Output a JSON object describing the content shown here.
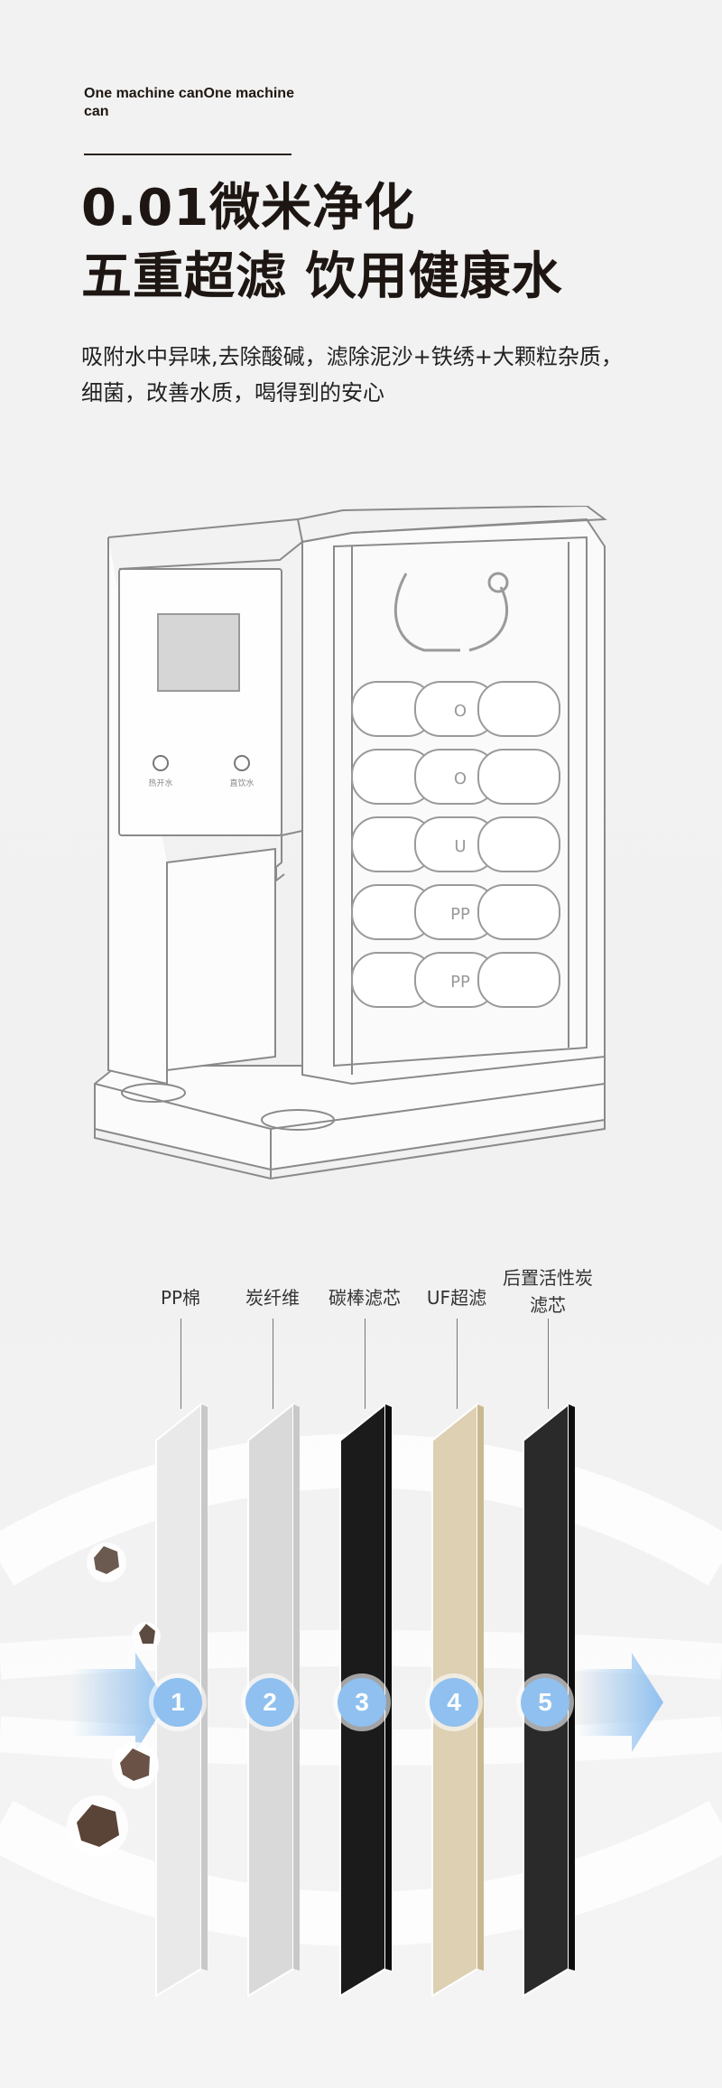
{
  "header": {
    "eyebrow": "One machine canOne machine can",
    "headline_line1": "0.01微米净化",
    "headline_line2": "五重超滤 饮用健康水"
  },
  "description": {
    "line1": "吸附水中异味,去除酸碱，滤除泥沙+铁绣+大颗粒杂质，",
    "line2": "细菌，改善水质，喝得到的安心"
  },
  "machine": {
    "button_left": "热开水",
    "button_right": "直饮水",
    "cartridge_marks": [
      "O",
      "O",
      "U",
      "PP",
      "PP"
    ]
  },
  "filters": [
    {
      "label_line1": "PP棉",
      "label_line2": "",
      "number": "1",
      "color": "#e9e9e9"
    },
    {
      "label_line1": "炭纤维",
      "label_line2": "",
      "number": "2",
      "color": "#d9d9d9"
    },
    {
      "label_line1": "碳棒滤芯",
      "label_line2": "",
      "number": "3",
      "color": "#1b1b1b"
    },
    {
      "label_line1": "UF超滤",
      "label_line2": "",
      "number": "4",
      "color": "#ddd0b3"
    },
    {
      "label_line1": "后置活性炭",
      "label_line2": "滤芯",
      "number": "5",
      "color": "#2a2a2a"
    }
  ],
  "colors": {
    "arrow": "#8fc0ef",
    "badge": "#8fc0ef"
  }
}
